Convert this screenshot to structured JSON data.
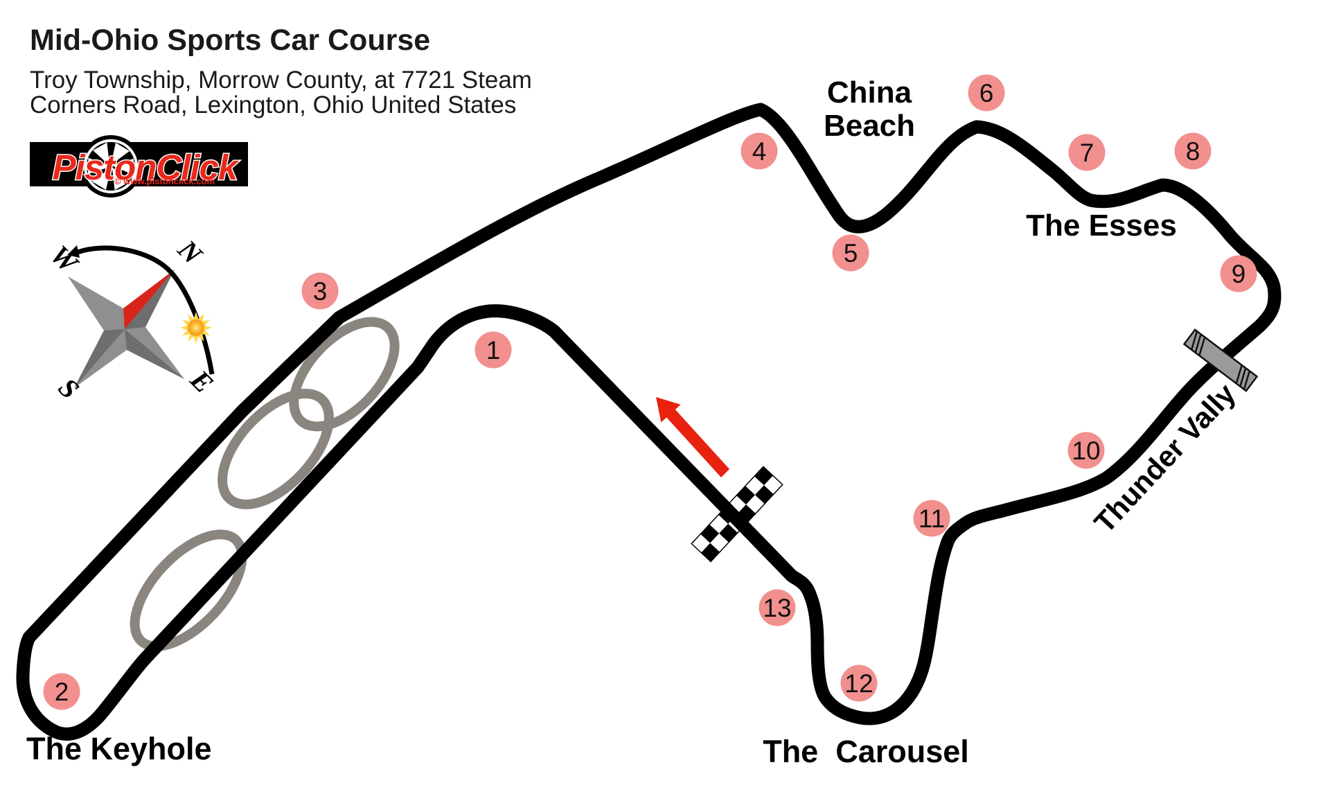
{
  "title": "Mid-Ohio Sports Car Course",
  "subtitle": {
    "line1": "Troy Township, Morrow County, at 7721 Steam",
    "line2": "Corners Road, Lexington, Ohio United States"
  },
  "logo": {
    "brand": "PistonClick",
    "credit": "© www.pistonclick.com"
  },
  "compass": {
    "north": "N",
    "east": "E",
    "south": "S",
    "west": "W"
  },
  "labels": {
    "china_beach_line1": "China",
    "china_beach_line2": "Beach",
    "the_esses": "The Esses",
    "thunder_valley": "Thunder Vally",
    "the_keyhole": "The Keyhole",
    "the_carousel": "The  Carousel"
  },
  "turns": [
    "1",
    "2",
    "3",
    "4",
    "5",
    "6",
    "7",
    "8",
    "9",
    "10",
    "11",
    "12",
    "13"
  ],
  "colors": {
    "track": "#000000",
    "turn_marker": "#F1908E",
    "direction_arrow": "#E8220F",
    "logo_red": "#E8291C",
    "service_road_gray": "#8B8580",
    "bridge_fill": "#9A9A9A",
    "sun_outer": "#FFD84D",
    "sun_inner": "#F59A1D"
  }
}
